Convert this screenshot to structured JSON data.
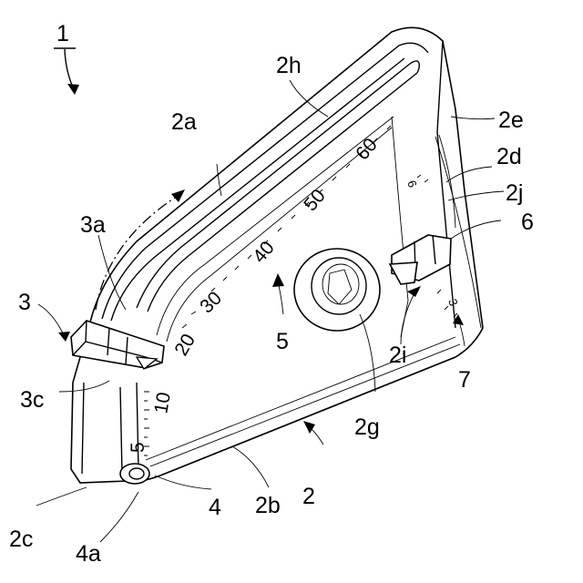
{
  "figure_label": "1",
  "reference_labels": {
    "r2a": "2a",
    "r2h": "2h",
    "r2e": "2e",
    "r2d": "2d",
    "r2j": "2j",
    "r3a": "3a",
    "r3": "3",
    "r6": "6",
    "r5": "5",
    "r3c": "3c",
    "r2i": "2i",
    "r7": "7",
    "r2g": "2g",
    "r2": "2",
    "r2b": "2b",
    "r4": "4",
    "r2c": "2c",
    "r4a": "4a"
  },
  "main_scale": [
    "5",
    "10",
    "20",
    "30",
    "40",
    "50",
    "60"
  ],
  "side_scale": [
    "6",
    "3"
  ]
}
